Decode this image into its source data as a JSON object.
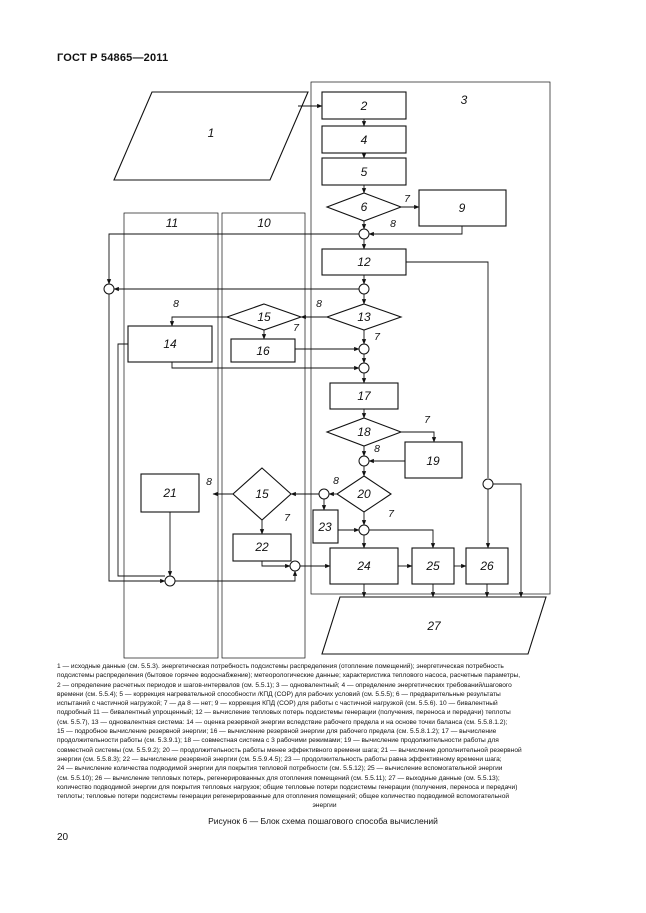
{
  "header": {
    "standard": "ГОСТ Р 54865—2011"
  },
  "diagram": {
    "blocks": {
      "b1": "1",
      "b2": "2",
      "b3": "3",
      "b4": "4",
      "b5": "5",
      "b6": "6",
      "b9": "9",
      "b10": "10",
      "b11": "11",
      "b12": "12",
      "b13": "13",
      "b14": "14",
      "b15a": "15",
      "b15b": "15",
      "b16": "16",
      "b17": "17",
      "b18": "18",
      "b19": "19",
      "b20": "20",
      "b21": "21",
      "b22": "22",
      "b23": "23",
      "b24": "24",
      "b25": "25",
      "b26": "26",
      "b27": "27"
    },
    "branch_labels": {
      "l6_yes": "7",
      "l6_no": "8",
      "l13_left": "8",
      "l13_down": "7",
      "l15_left": "8",
      "l15_down": "7",
      "l18_right": "7",
      "l18_down": "8",
      "l20_left": "8",
      "l20_down": "7",
      "l15b_left": "8",
      "l15b_down": "7"
    }
  },
  "caption": {
    "lines": [
      "1 — исходные  данные (см. 5.5.3). энергетическая потребность подсистемы распределения (отопление помещений); энергетическая потребность",
      "подсистемы распределения (бытовое горячее водоснабжение); метеорологические данные; характеристика теплового насоса, расчетные параметры,",
      "2 — определение расчетных периодов и шагов-интервалов (см. 5.5.1); 3 — одновалентный; 4 — определение энергетических требований/шагового",
      "времени (см. 5.5.4); 5 — коррекция нагревательной способности /КПД (COP) для рабочих условий (см. 5.5.5); 6 — предварительные результаты",
      "испытаний с частичной нагрузкой; 7 — да  8 — нет; 9 — коррекция КПД (COP) для работы с частичной нагрузкой (см. 5.5.6). 10 — бивалентный",
      "подробный  11 — бивалентный упрощенный; 12 — вычисление тепловых потерь подсистемы генерации (получения, переноса и передачи) теплоты",
      "(см. 5.5.7),  13 — одновалентная система: 14 — оценка резервной энергии вследствие рабочего предела и на основе точки баланса (см. 5.5.8.1.2);",
      "15 — подробное вычисление резервной энергии; 16 — вычисление резервной энергии для рабочего предела (см. 5.5.8.1.2); 17 — вычисление",
      "продолжительности работы (см. 5.3.9.1); 18 — совместная система с 3 рабочими режимами;  19 — вычисление продолжительности работы для",
      "совместной системы (см. 5.5.9.2); 20 — продолжительность работы менее эффективного времени шага; 21 — вычисление дополнительной резервной",
      "энергии (см. 5.5.8.3);  22 — вычисление резервной энергии (см. 5.5.9.4.5);  23 — продолжительность работы равна эффективному времени шага;",
      "24 — вычисление количества подводимой энергии для покрытия тепловой потребности (см. 5.5.12); 25 — вычисление вспомогательной энергии",
      "(см. 5.5.10); 26 — вычисление тепловых потерь, регенерированных для отопления помещений (см. 5.5.11); 27 — выходные данные (см. 5.5.13);",
      "количество подводимой энергии для покрытия тепловых нагрузок; общие тепловые потери подсистемы генерации (получения, переноса и передачи)",
      "теплоты; тепловые потери подсистемы генерации  регенерированные для отопления помещений; общее количество подводимой вспомогательной",
      "энергии"
    ]
  },
  "figure_title": "Рисунок 6 — Блок схема пошагового способа вычислений",
  "page_number": "20"
}
